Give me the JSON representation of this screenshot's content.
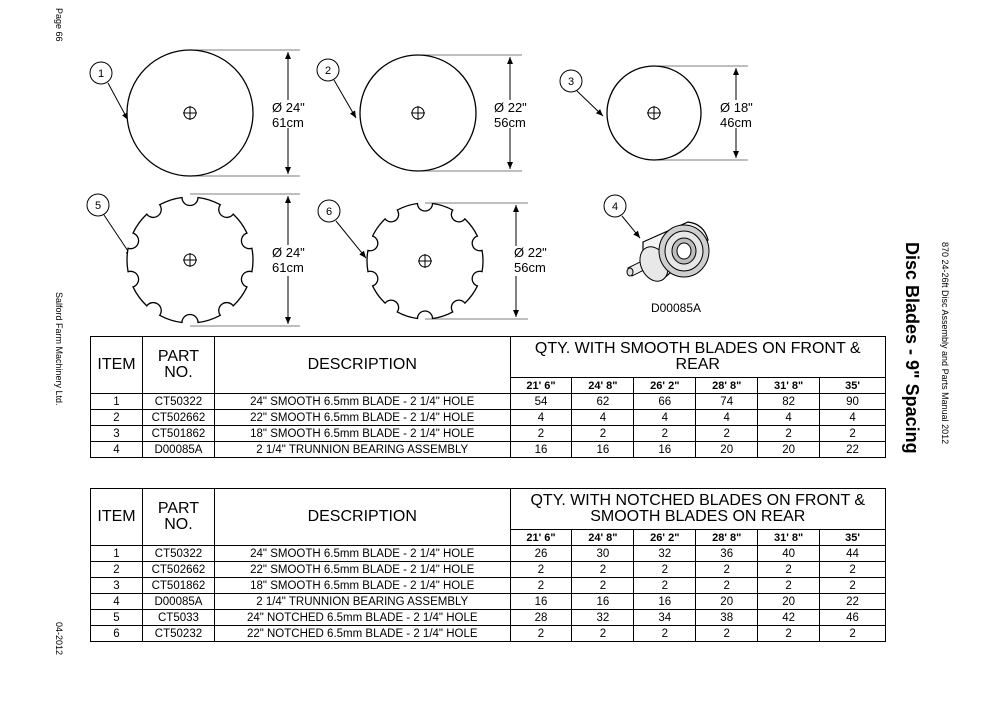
{
  "page_label": "Page 66",
  "company": "Salford Farm Machinery Ltd.",
  "date": "04-2012",
  "manual": "870 24-26ft Disc Assembly and Parts Manual 2012",
  "title": "Disc Blades - 9\" Spacing",
  "figures": {
    "f1": {
      "num": "1",
      "d1": "Ø 24\"",
      "d2": "61cm"
    },
    "f2": {
      "num": "2",
      "d1": "Ø 22\"",
      "d2": "56cm"
    },
    "f3": {
      "num": "3",
      "d1": "Ø 18\"",
      "d2": "46cm"
    },
    "f4": {
      "num": "4",
      "label": "D00085A"
    },
    "f5": {
      "num": "5",
      "d1": "Ø 24\"",
      "d2": "61cm"
    },
    "f6": {
      "num": "6",
      "d1": "Ø 22\"",
      "d2": "56cm"
    }
  },
  "table1": {
    "h_item": "ITEM",
    "h_part": "PART NO.",
    "h_desc": "DESCRIPTION",
    "h_qty": "QTY. WITH SMOOTH BLADES ON FRONT & REAR",
    "sizes": [
      "21' 6\"",
      "24' 8\"",
      "26' 2\"",
      "28' 8\"",
      "31' 8\"",
      "35'"
    ],
    "rows": [
      {
        "item": "1",
        "part": "CT50322",
        "desc": "24\" SMOOTH 6.5mm BLADE - 2 1/4\" HOLE",
        "q": [
          "54",
          "62",
          "66",
          "74",
          "82",
          "90"
        ]
      },
      {
        "item": "2",
        "part": "CT502662",
        "desc": "22\" SMOOTH 6.5mm BLADE - 2 1/4\" HOLE",
        "q": [
          "4",
          "4",
          "4",
          "4",
          "4",
          "4"
        ]
      },
      {
        "item": "3",
        "part": "CT501862",
        "desc": "18\" SMOOTH 6.5mm BLADE - 2 1/4\" HOLE",
        "q": [
          "2",
          "2",
          "2",
          "2",
          "2",
          "2"
        ]
      },
      {
        "item": "4",
        "part": "D00085A",
        "desc": "2 1/4\" TRUNNION BEARING ASSEMBLY",
        "q": [
          "16",
          "16",
          "16",
          "20",
          "20",
          "22"
        ]
      }
    ]
  },
  "table2": {
    "h_item": "ITEM",
    "h_part": "PART NO.",
    "h_desc": "DESCRIPTION",
    "h_qty": "QTY. WITH NOTCHED BLADES ON FRONT & SMOOTH BLADES ON REAR",
    "sizes": [
      "21' 6\"",
      "24' 8\"",
      "26' 2\"",
      "28' 8\"",
      "31' 8\"",
      "35'"
    ],
    "rows": [
      {
        "item": "1",
        "part": "CT50322",
        "desc": "24\" SMOOTH 6.5mm BLADE - 2 1/4\" HOLE",
        "q": [
          "26",
          "30",
          "32",
          "36",
          "40",
          "44"
        ]
      },
      {
        "item": "2",
        "part": "CT502662",
        "desc": "22\" SMOOTH 6.5mm BLADE - 2 1/4\" HOLE",
        "q": [
          "2",
          "2",
          "2",
          "2",
          "2",
          "2"
        ]
      },
      {
        "item": "3",
        "part": "CT501862",
        "desc": "18\" SMOOTH 6.5mm BLADE - 2 1/4\" HOLE",
        "q": [
          "2",
          "2",
          "2",
          "2",
          "2",
          "2"
        ]
      },
      {
        "item": "4",
        "part": "D00085A",
        "desc": "2 1/4\" TRUNNION BEARING ASSEMBLY",
        "q": [
          "16",
          "16",
          "16",
          "20",
          "20",
          "22"
        ]
      },
      {
        "item": "5",
        "part": "CT5033",
        "desc": "24\" NOTCHED 6.5mm BLADE - 2 1/4\" HOLE",
        "q": [
          "28",
          "32",
          "34",
          "38",
          "42",
          "46"
        ]
      },
      {
        "item": "6",
        "part": "CT50232",
        "desc": "22\" NOTCHED 6.5mm BLADE - 2 1/4\" HOLE",
        "q": [
          "2",
          "2",
          "2",
          "2",
          "2",
          "2"
        ]
      }
    ]
  }
}
